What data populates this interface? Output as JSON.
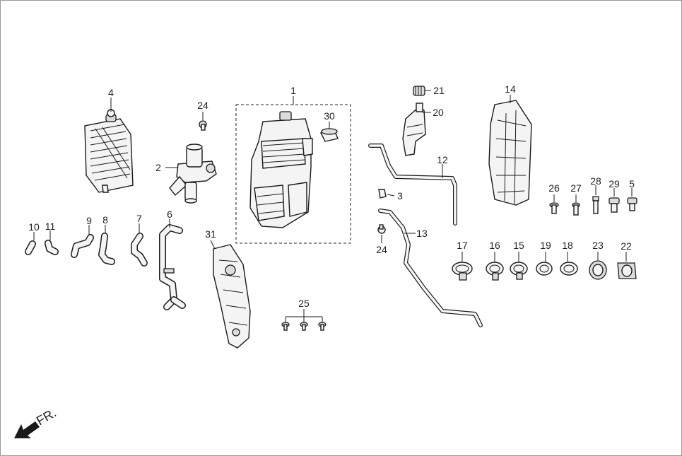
{
  "direction_label": "FR.",
  "group_label": "1",
  "parts": {
    "p1": "1",
    "p2": "2",
    "p3": "3",
    "p4": "4",
    "p5": "5",
    "p6": "6",
    "p7": "7",
    "p8": "8",
    "p9": "9",
    "p10": "10",
    "p11": "11",
    "p12": "12",
    "p13": "13",
    "p14": "14",
    "p15": "15",
    "p16": "16",
    "p17": "17",
    "p18": "18",
    "p19": "19",
    "p20": "20",
    "p21": "21",
    "p22": "22",
    "p23": "23",
    "p24a": "24",
    "p24b": "24",
    "p25": "25",
    "p26": "26",
    "p27": "27",
    "p28": "28",
    "p29": "29",
    "p30": "30",
    "p31": "31"
  }
}
